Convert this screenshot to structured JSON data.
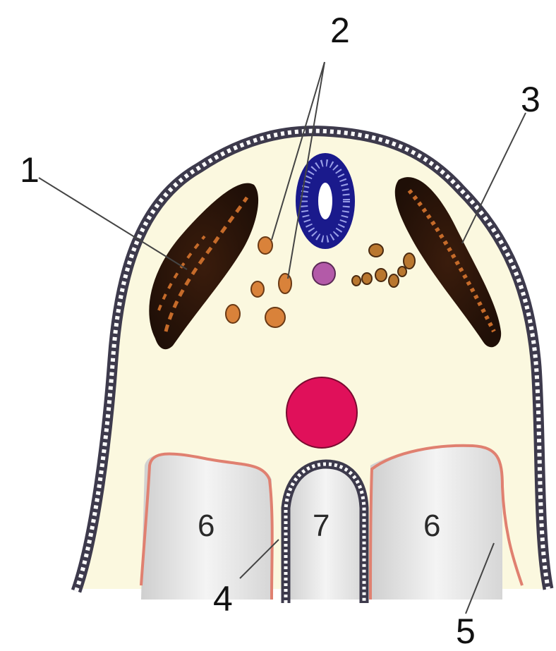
{
  "labels": {
    "l1": "1",
    "l2": "2",
    "l3": "3",
    "l4": "4",
    "l5": "5",
    "l6a": "6",
    "l6b": "6",
    "l7": "7"
  },
  "colors": {
    "background": "#ffffff",
    "body_fill": "#fbf8df",
    "ectoderm_outline": "#3d3a4c",
    "ectoderm_cells": "#ffffff",
    "somite_dark": "#2b150b",
    "somite_light": "#c66b2a",
    "neural_tube": "#1a1a8c",
    "notochord": "#b35aa8",
    "aorta": "#e0105a",
    "endoderm_line": "#e08070",
    "cavity_shade": "#d8d8d8",
    "nephrotome": "#d9823a"
  }
}
